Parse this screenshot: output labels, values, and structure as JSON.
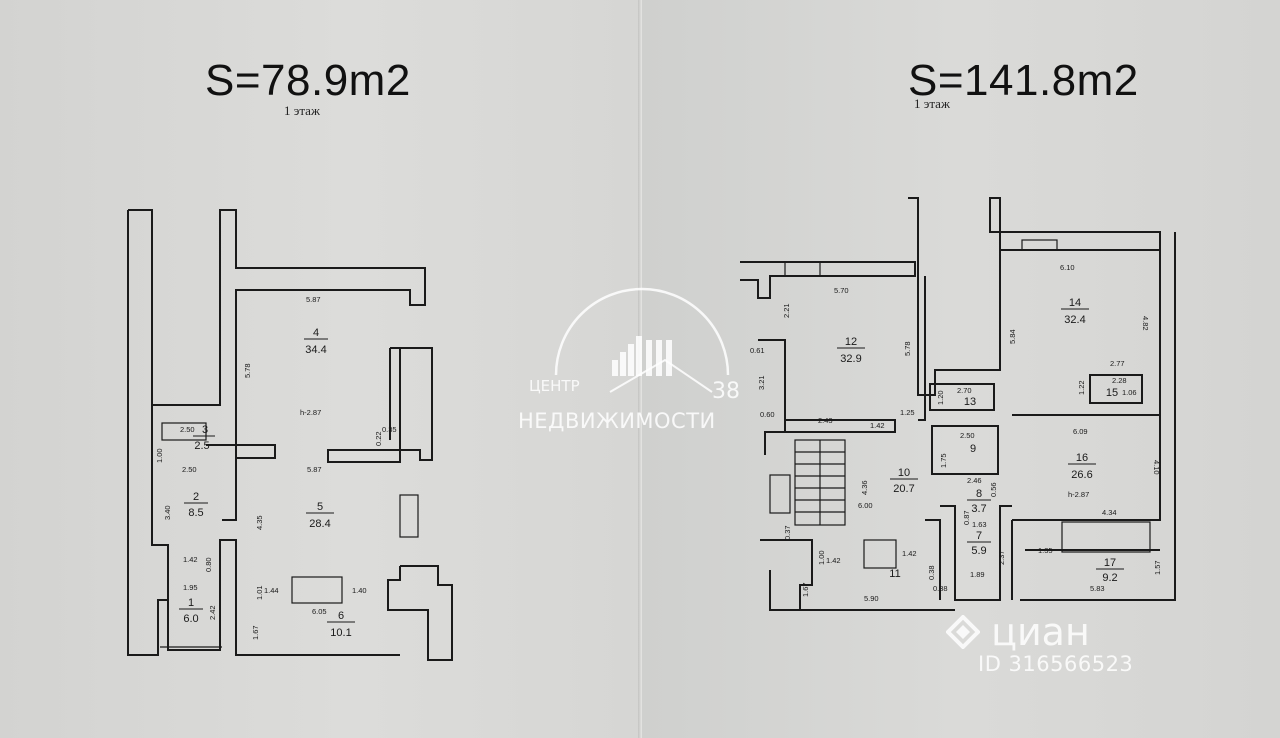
{
  "left_plan": {
    "area_title": "S=78.9m2",
    "floor_label": "1 этаж",
    "rooms": [
      {
        "num": "4",
        "area": "34.4"
      },
      {
        "num": "3",
        "area": "2.5"
      },
      {
        "num": "2",
        "area": "8.5"
      },
      {
        "num": "5",
        "area": "28.4"
      },
      {
        "num": "1",
        "area": "6.0"
      },
      {
        "num": "6",
        "area": "10.1"
      }
    ],
    "height_note": "h-2.87",
    "dims": [
      "5.87",
      "5.78",
      "0.35",
      "0.22",
      "2.50",
      "5.87",
      "2.50",
      "3.40",
      "4.35",
      "1.42",
      "0.80",
      "1.95",
      "2.42",
      "1.44",
      "1.01",
      "1.40",
      "6.05",
      "1.67",
      "1.00"
    ]
  },
  "right_plan": {
    "area_title": "S=141.8m2",
    "floor_label": "1 этаж",
    "rooms": [
      {
        "num": "12",
        "area": "32.9"
      },
      {
        "num": "14",
        "area": "32.4"
      },
      {
        "num": "13",
        "area": ""
      },
      {
        "num": "15",
        "area": ""
      },
      {
        "num": "9",
        "area": ""
      },
      {
        "num": "10",
        "area": "20.7"
      },
      {
        "num": "16",
        "area": "26.6"
      },
      {
        "num": "8",
        "area": "3.7"
      },
      {
        "num": "7",
        "area": "5.9"
      },
      {
        "num": "11",
        "area": ""
      },
      {
        "num": "17",
        "area": "9.2"
      }
    ],
    "height_note": "h-2.87",
    "dims": [
      "6.10",
      "5.70",
      "2.21",
      "4.82",
      "5.84",
      "5.78",
      "0.61",
      "3.21",
      "2.77",
      "2.70",
      "1.20",
      "2.28",
      "1.06",
      "1.22",
      "0.60",
      "2.43",
      "1.42",
      "1.25",
      "6.09",
      "2.50",
      "1.75",
      "4.10",
      "4.36",
      "6.00",
      "2.46",
      "0.56",
      "4.34",
      "1.63",
      "0.87",
      "2.37",
      "1.35",
      "1.00",
      "1.42",
      "1.42",
      "0.38",
      "0.38",
      "1.89",
      "1.67",
      "5.90",
      "5.83",
      "1.57",
      "0.37"
    ]
  },
  "watermark": {
    "line1": "ЦЕНТР",
    "number": "38",
    "line2": "НЕДВИЖИМОСТИ"
  },
  "cian": {
    "brand": "циан",
    "listing_id": "ID 316566523"
  }
}
